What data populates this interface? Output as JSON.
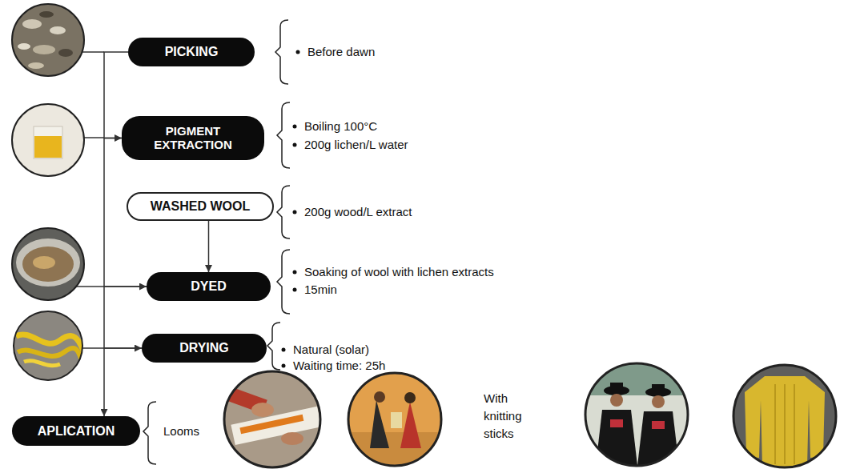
{
  "diagram": {
    "nodes": [
      {
        "text": [
          "PICKING"
        ]
      },
      {
        "text": [
          "PIGMENT EXTRACTION"
        ]
      },
      {
        "text": [
          "WASHED WOOL"
        ]
      },
      {
        "text": [
          "DYED"
        ]
      },
      {
        "text": [
          "DRYING"
        ]
      },
      {
        "text": [
          "APLICATION"
        ]
      }
    ],
    "edges": [
      {
        "from": 0,
        "to": 1,
        "arrow": "to"
      },
      {
        "from": 1,
        "to": 3,
        "arrow": "to"
      },
      {
        "from": 2,
        "to": 3,
        "arrow": "to"
      },
      {
        "from": 3,
        "to": 4,
        "arrow": "to"
      },
      {
        "from": 4,
        "to": 5,
        "arrow": "to"
      }
    ],
    "labels": [
      "Before dawn",
      "Boiling 100°C",
      "200g lichen/L water",
      "200g wood/L extract",
      "Soaking of wool with lichen extracts",
      "15min",
      "Natural (solar)",
      "Waiting time: 25h",
      "Looms",
      "With knitting sticks"
    ]
  }
}
